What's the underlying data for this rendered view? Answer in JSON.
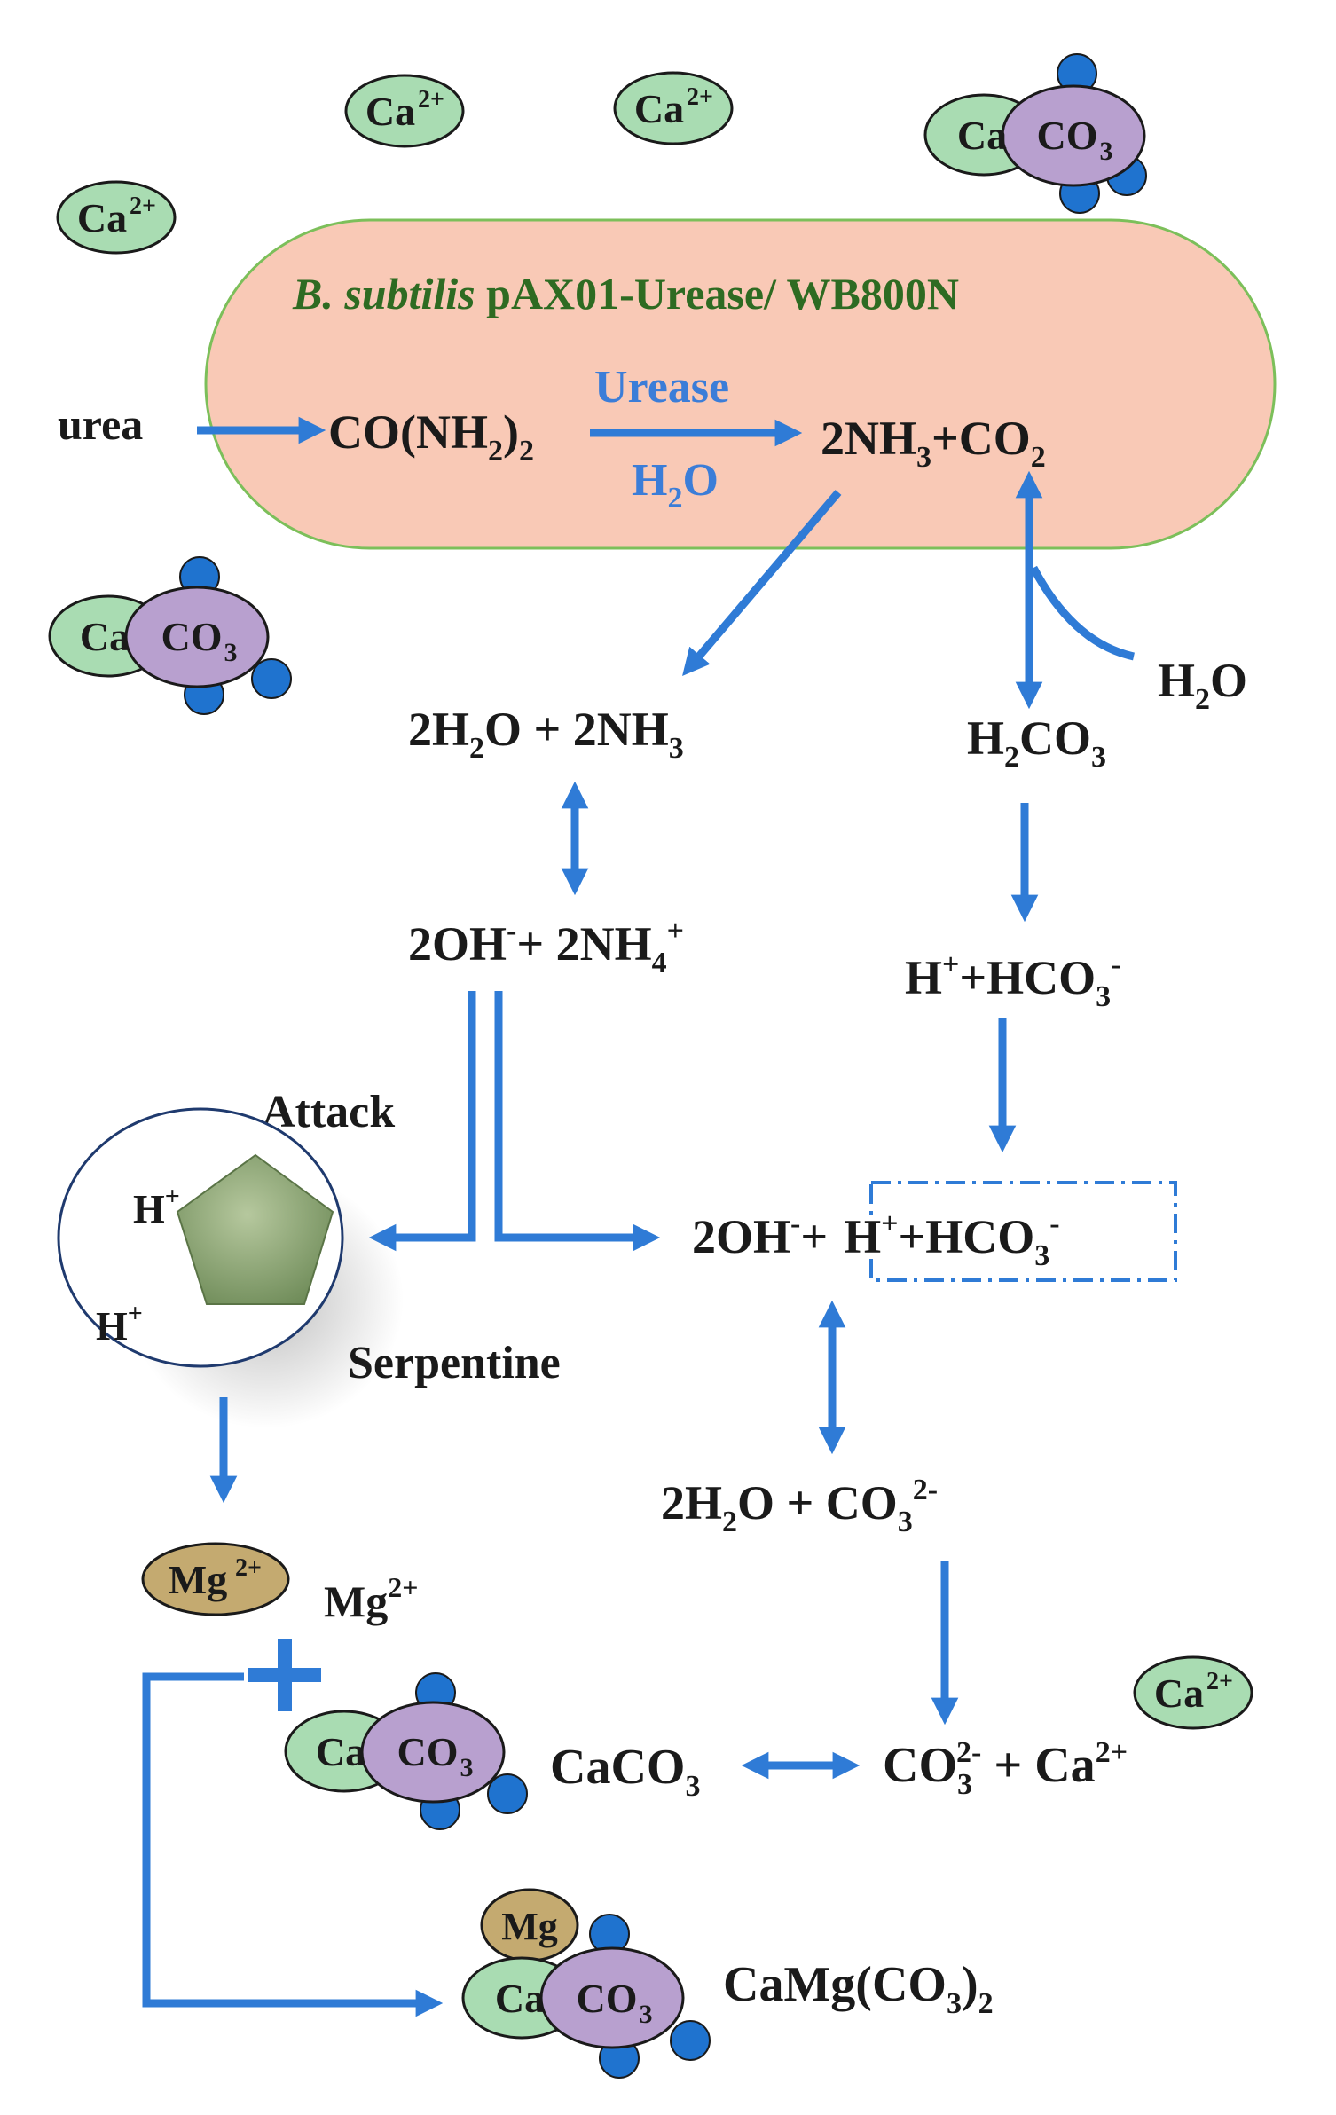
{
  "colors": {
    "arrow": "#2f7bd6",
    "cell_fill": "#f9c9b6",
    "cell_stroke": "#7cbf5a",
    "ca_ion": "#a9dcb2",
    "mg_ion": "#c4aa70",
    "co3": "#b8a0cf",
    "oxygen": "#1f73cf",
    "title_green": "#2e6b22",
    "enzyme_blue": "#3b7dd8"
  },
  "cell": {
    "strain_italic": "B. subtilis",
    "strain_rest": " pAX01-Urease/ WB800N"
  },
  "ions": {
    "ca": "Ca",
    "ca_charge": "2+",
    "mg": "Mg",
    "mg_charge": "2+",
    "co3": "CO",
    "co3_sub": "3"
  },
  "reaction": {
    "urea": "urea",
    "urea_formula": {
      "a": "CO(NH",
      "s1": "2",
      "b": ")",
      "s2": "2"
    },
    "enzyme": "Urease",
    "water": {
      "a": "H",
      "s": "2",
      "b": "O"
    },
    "products": {
      "a": "2NH",
      "s1": "3",
      "b": "+CO",
      "s2": "2"
    }
  },
  "left_branch": {
    "eq1": {
      "a": "2H",
      "s1": "2",
      "b": "O + 2NH",
      "s2": "3"
    },
    "eq2": {
      "a": "2OH",
      "sup1": "-",
      "b": "+ 2NH",
      "s2": "4",
      "sup2": "+"
    },
    "attack": "Attack",
    "h_plus": "H",
    "plus": "+",
    "serpentine": "Serpentine"
  },
  "right_branch": {
    "water_in": {
      "a": "H",
      "s": "2",
      "b": "O"
    },
    "carbonic": {
      "a": "H",
      "s1": "2",
      "b": "CO",
      "s2": "3"
    },
    "dissoc": {
      "a": "H",
      "sup1": "+",
      "b": "+HCO",
      "s2": "3",
      "sup2": "-"
    },
    "combined": {
      "a": "2OH",
      "sup1": "-",
      "b": "+",
      "c": "H",
      "sup2": "+",
      "d": "+HCO",
      "s3": "3",
      "sup3": "-"
    },
    "carbonate": {
      "a": "2H",
      "s1": "2",
      "b": "O + CO",
      "s2": "3",
      "sup": "2-"
    },
    "equilibrium": {
      "a": "CO",
      "s1": "3",
      "sup1": "2-",
      "b": " + Ca",
      "sup2": "2+"
    }
  },
  "products": {
    "caco3": {
      "a": "CaCO",
      "s": "3"
    },
    "mg_label": {
      "a": "Mg",
      "sup": "2+"
    },
    "camg": {
      "a": "CaMg(CO",
      "s": "3",
      "b": ")",
      "s2": "2"
    }
  }
}
